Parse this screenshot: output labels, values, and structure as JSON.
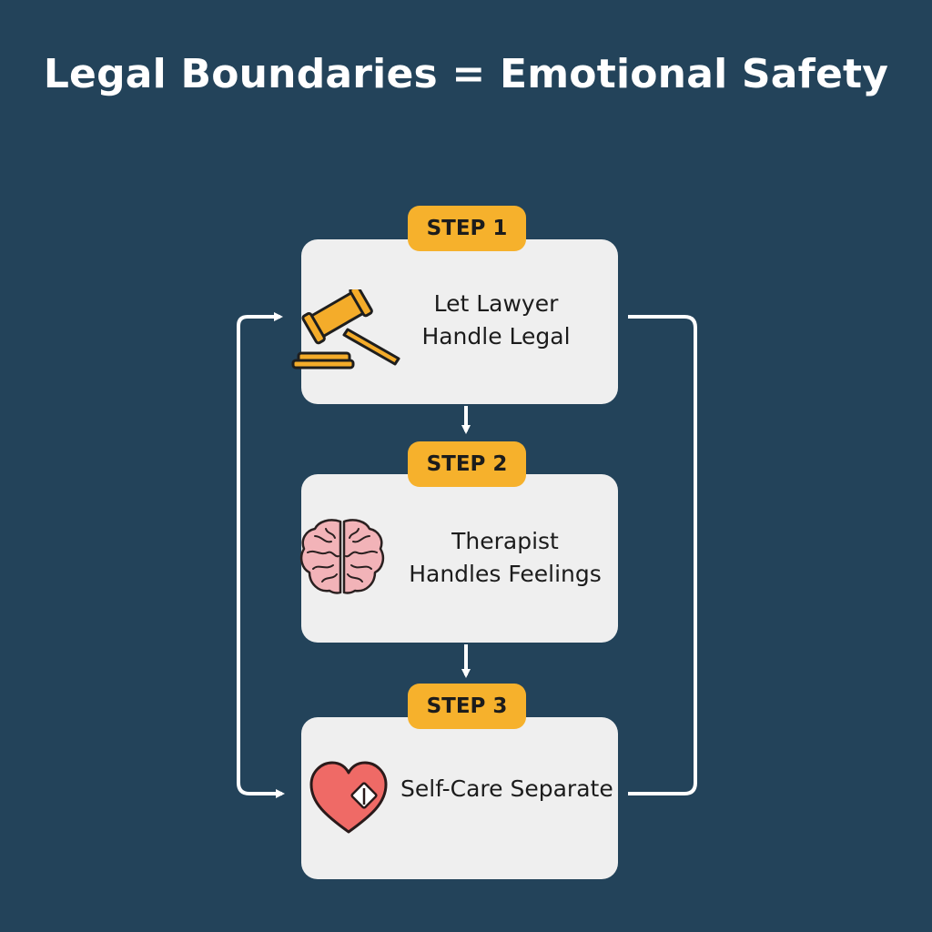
{
  "title": "Legal Boundaries = Emotional Safety",
  "colors": {
    "background": "#23435a",
    "card": "#efefef",
    "badge": "#f6b12c",
    "gavel": "#f4ac2a",
    "brain": "#f2b3b8",
    "heart": "#ef6a66",
    "arrow": "#ffffff"
  },
  "steps": [
    {
      "badge": "STEP 1",
      "text": "Let Lawyer\nHandle Legal",
      "icon": "gavel-icon"
    },
    {
      "badge": "STEP 2",
      "text": "Therapist\nHandles Feelings",
      "icon": "brain-icon"
    },
    {
      "badge": "STEP 3",
      "text": "Self-Care Separate",
      "icon": "heart-icon"
    }
  ]
}
